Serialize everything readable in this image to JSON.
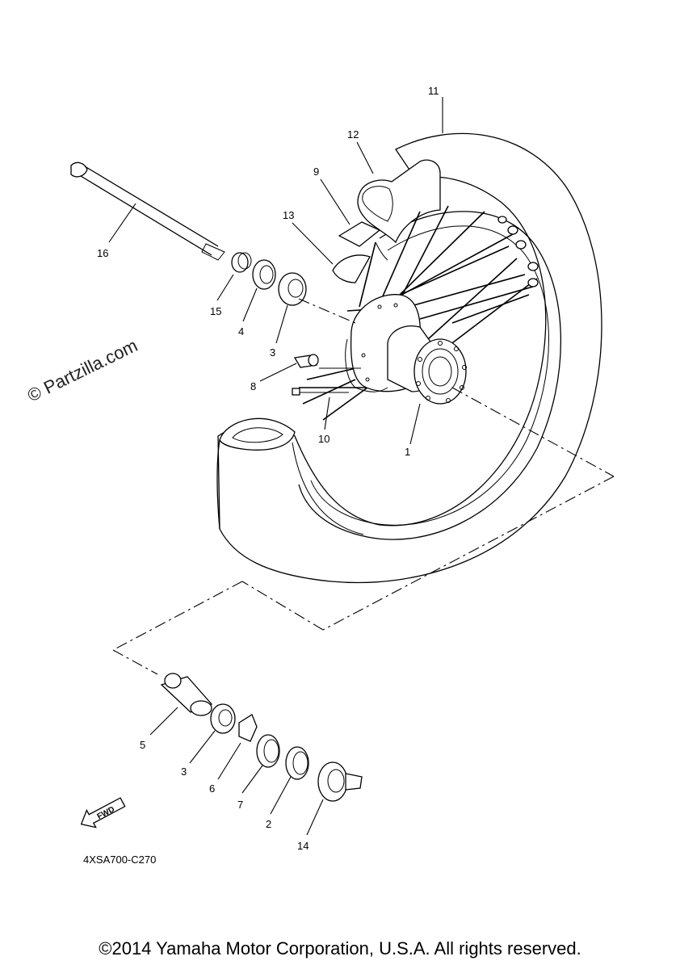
{
  "watermark": "© Partzilla.com",
  "diagram_code": "4XSA700-C270",
  "fwd_label": "FWD",
  "copyright": "©2014 Yamaha Motor Corporation, U.S.A. All rights reserved.",
  "callouts": {
    "c1": "1",
    "c2": "2",
    "c3a": "3",
    "c3b": "3",
    "c4": "4",
    "c5": "5",
    "c6": "6",
    "c7": "7",
    "c8": "8",
    "c9": "9",
    "c10": "10",
    "c11": "11",
    "c12": "12",
    "c13": "13",
    "c14": "14",
    "c15": "15",
    "c16": "16"
  }
}
